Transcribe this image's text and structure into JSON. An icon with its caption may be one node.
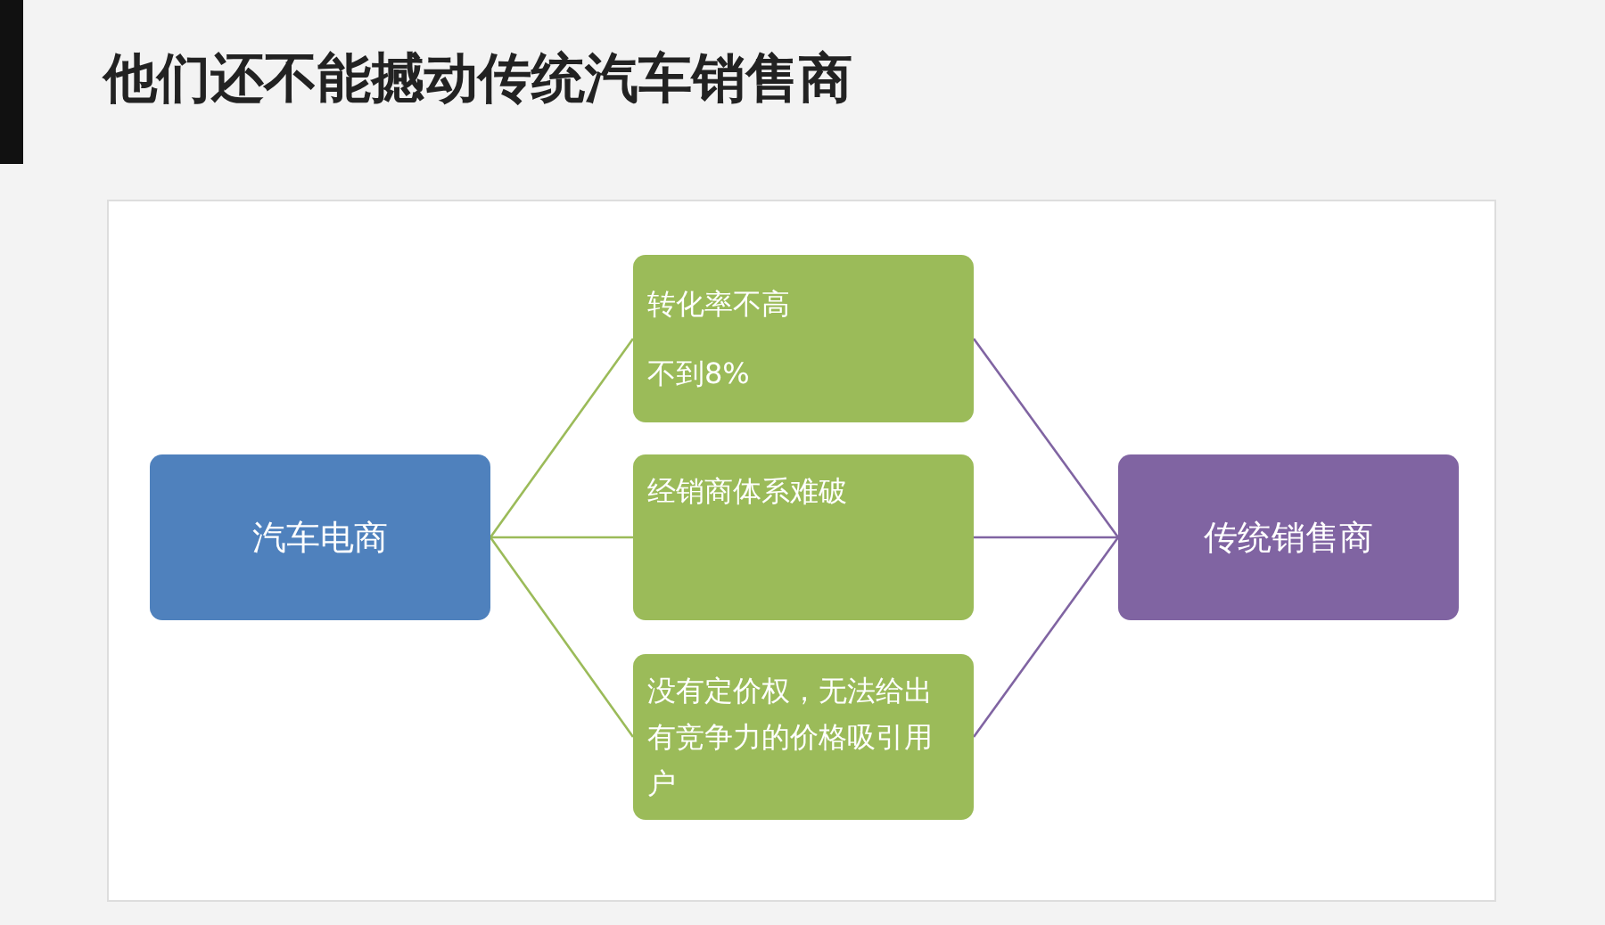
{
  "diagram": {
    "title": "他们还不能撼动传统汽车销售商",
    "nodes": [
      {
        "text": [
          "汽车电商"
        ]
      },
      {
        "text": [
          "转化率不高",
          "不到8%"
        ]
      },
      {
        "text": [
          "经销商体系难破"
        ]
      },
      {
        "text": [
          "没有定价权，无法给出有竞争力的价格吸引用户"
        ]
      },
      {
        "text": [
          "传统销售商"
        ]
      }
    ],
    "edges": [
      {
        "from": 0,
        "to": 1,
        "arrow": "none",
        "color": "#9bbb59"
      },
      {
        "from": 0,
        "to": 2,
        "arrow": "none",
        "color": "#9bbb59"
      },
      {
        "from": 0,
        "to": 3,
        "arrow": "none",
        "color": "#9bbb59"
      },
      {
        "from": 1,
        "to": 4,
        "arrow": "none",
        "color": "#8064a2"
      },
      {
        "from": 2,
        "to": 4,
        "arrow": "none",
        "color": "#8064a2"
      },
      {
        "from": 3,
        "to": 4,
        "arrow": "none",
        "color": "#8064a2"
      }
    ]
  }
}
